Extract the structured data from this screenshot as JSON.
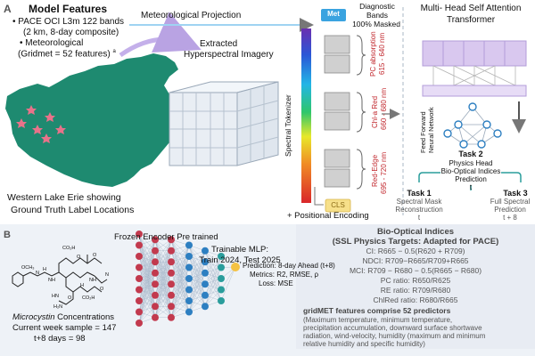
{
  "panel_a": {
    "label": "A",
    "model_features": {
      "title": "Model Features",
      "bullet1_line1": "PACE OCI L3m 122 bands",
      "bullet1_line2": "(2 km, 8-day composite)",
      "bullet2_line1": "Meteorological",
      "bullet2_line2": "(Gridmet = 52 features)",
      "bullet2_sup": "a"
    },
    "met_projection": "Meteorological Projection",
    "extracted_line1": "Extracted",
    "extracted_line2": "Hyperspectral Imagery",
    "map_caption_line1": "Western Lake Erie showing",
    "map_caption_line2": "Ground Truth Label Locations",
    "spectral_tokenizer": "Spectral Tokenizer",
    "met_token": "Met",
    "cls_token": "CLS",
    "positional_encoding": "+ Positional Encoding",
    "diagnostic_line1": "Diagnostic",
    "diagnostic_line2": "Bands",
    "diagnostic_line3": "100% Masked",
    "band_pc_line1": "PC absorption",
    "band_pc_line2": "615 - 640 nm",
    "band_chl_line1": "Chl-a Red",
    "band_chl_line2": "660 - 680 nm",
    "band_re_line1": "Red-Edge",
    "band_re_line2": "695 - 720 nm",
    "transformer_line1": "Multi- Head Self Attention",
    "transformer_line2": "Transformer",
    "ffn_line1": "Feed Forward",
    "ffn_line2": "Neural Network",
    "task2_title": "Task 2",
    "task2_line1": "Physics Head",
    "task2_line2": "Bio-Optical Indices",
    "task2_line3": "Prediction",
    "task2_t": "t",
    "task1_title": "Task 1",
    "task1_line1": "Spectral Mask",
    "task1_line2": "Reconstruction",
    "task1_t": "t",
    "task3_title": "Task 3",
    "task3_line1": "Full Spectral",
    "task3_line2": "Prediction",
    "task3_t": "t + 8"
  },
  "panel_b": {
    "label": "B",
    "frozen_encoder": "Frozen Encoder Pre trained",
    "mlp_line1": "Trainable MLP:",
    "mlp_line2": "Train 2024, Test 2025",
    "prediction": "Prediction: 8-day Ahead (t+8)",
    "metrics": "Metrics: R2, RMSE, ρ",
    "loss": "Loss: MSE",
    "molecule_labels": [
      "CO₂H",
      "CO₂H",
      "OCH₃",
      "NH",
      "NH",
      "HN",
      "H₂N",
      "O",
      "O",
      "O",
      "O",
      "N",
      "N",
      "H",
      "H"
    ],
    "microcystin_word": "Microcystin",
    "concentrations_word": " Concentrations",
    "sample_line": "Current week sample = 147",
    "t8_line": "t+8 days = 98",
    "bio_optical_title_line1": "Bio-Optical Indices",
    "bio_optical_title_line2": "(SSL Physics Targets: Adapted for PACE)",
    "indices": [
      "CI: R665 − 0.5(R620 + R709)",
      "NDCI: R709−R665/R709+R665",
      "MCI: R709 − R680 − 0.5(R665 − R680)",
      "PC ratio: R650/R625",
      "RE ratio: R709/R680",
      "ChlRed ratio: R680/R665"
    ],
    "gridmet_title": "gridMET features comprise 52 predictors",
    "gridmet_lines": [
      "(Maximum temperature, minimum temperature,",
      "precipitation accumulation, downward surface shortwave",
      "radiation, wind-velocity, humidity (maximum and minimum",
      "relative humidity and specific humidity)"
    ]
  },
  "colors": {
    "lake": "#1e8a70",
    "label_marker": "#e8728a",
    "met_token": "#3aa3e0",
    "cls_token": "#f7e08a",
    "transformer": "#d9c8ef",
    "node_red": "#c23a4e",
    "node_blue": "#2d7fc1",
    "node_teal": "#2a9d9c",
    "output_node": "#f5c242",
    "panel_b_bg": "#eef2f7"
  }
}
